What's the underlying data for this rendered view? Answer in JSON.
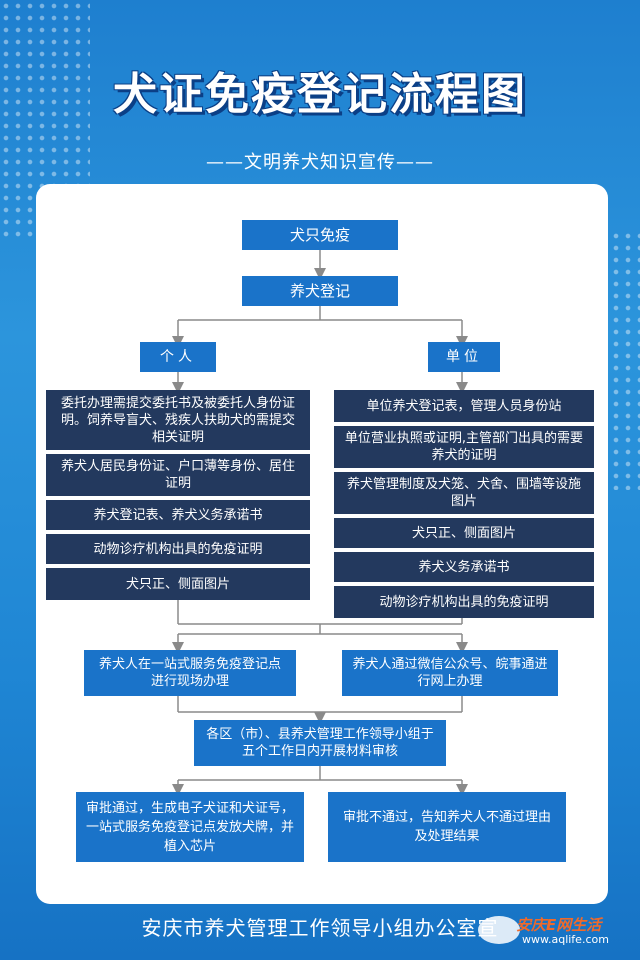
{
  "title": "犬证免疫登记流程图",
  "subtitle": "——文明养犬知识宣传——",
  "flow": {
    "start": "犬只免疫",
    "register": "养犬登记",
    "individual_header": "个人",
    "unit_header": "单位",
    "individual_items": [
      "委托办理需提交委托书及被委托人身份证明。饲养导盲犬、残疾人扶助犬的需提交相关证明",
      "养犬人居民身份证、户口薄等身份、居住证明",
      "养犬登记表、养犬义务承诺书",
      "动物诊疗机构出具的免疫证明",
      "犬只正、侧面图片"
    ],
    "unit_items": [
      "单位养犬登记表，管理人员身份站",
      "单位营业执照或证明,主管部门出具的需要养犬的证明",
      "养犬管理制度及犬笼、犬舍、围墙等设施图片",
      "犬只正、侧面图片",
      "养犬义务承诺书",
      "动物诊疗机构出具的免疫证明"
    ],
    "onsite": "养犬人在一站式服务免疫登记点进行现场办理",
    "online": "养犬人通过微信公众号、皖事通进行网上办理",
    "review": "各区（市）、县养犬管理工作领导小组于五个工作日内开展材料审核",
    "approved": "审批通过，生成电子犬证和犬证号，一站式服务免疫登记点发放犬牌，并植入芯片",
    "rejected": "审批不通过，告知养犬人不通过理由及处理结果"
  },
  "footer": "安庆市养犬管理工作领导小组办公室宣",
  "watermark": {
    "name": "安庆E网生活",
    "url": "www.aqlife.com"
  },
  "colors": {
    "blue_box": "#1a73c9",
    "navy_box": "#23395e",
    "connector": "#8a8a8a"
  }
}
